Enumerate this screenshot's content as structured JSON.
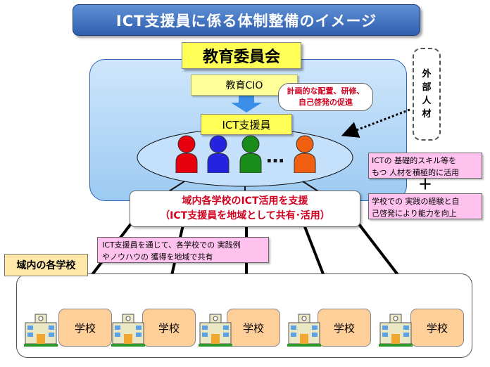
{
  "title": "ICT支援員に係る体制整備のイメージ",
  "board": {
    "title": "教育委員会",
    "cio": "教育CIO",
    "cio_callout": [
      "計画的な配置、研修、",
      "自己啓発の促進"
    ],
    "staff_title": "ICT支援員",
    "ellipsis": "…",
    "staff_colors": [
      "#e8000e",
      "#2424e0",
      "#1a8c1a",
      "#f06010"
    ]
  },
  "external": {
    "label": [
      "外",
      "部",
      "人",
      "材"
    ],
    "note1": [
      "ICTの 基礎的スキル等を",
      "もつ 人材を積極的に活用"
    ],
    "plus": "＋",
    "note2": [
      "学校での 実践の経験と自",
      "己啓発により能力を向上"
    ]
  },
  "support": {
    "line1": "域内各学校のICT活用を支援",
    "line2": "（ICT支援員を地域として共有･活用）"
  },
  "share_note": [
    "ICT支援員を通じて、各学校での 実践例",
    "やノウハウの 獲得を地域で共有"
  ],
  "schools": {
    "label": "域内の各学校",
    "items": [
      "学校",
      "学校",
      "学校",
      "学校",
      "学校"
    ]
  },
  "colors": {
    "banner": "#3a6cbd",
    "board_fill": "#b3d7f6",
    "highlight": "#ffff55",
    "callout_text": "#d0001f",
    "note_pink": "#ffc2ee",
    "school_label": "#ffcf9a"
  }
}
